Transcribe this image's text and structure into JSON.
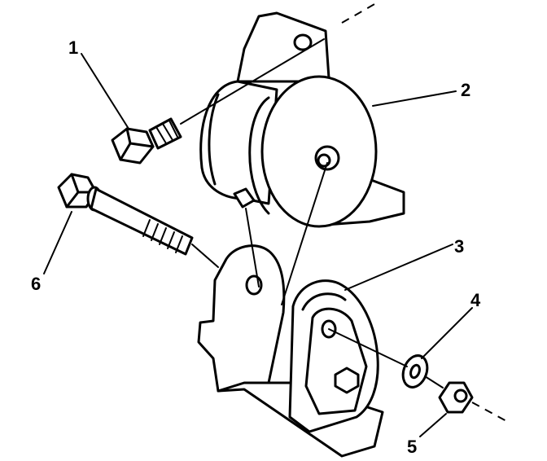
{
  "callouts": [
    {
      "id": "1",
      "label": "1"
    },
    {
      "id": "2",
      "label": "2"
    },
    {
      "id": "3",
      "label": "3"
    },
    {
      "id": "4",
      "label": "4"
    },
    {
      "id": "5",
      "label": "5"
    },
    {
      "id": "6",
      "label": "6"
    }
  ],
  "parts": {
    "1": "upper-bolt",
    "2": "upper-mount-bracket",
    "3": "lower-mount-bracket",
    "4": "washer",
    "5": "nut",
    "6": "through-bolt"
  }
}
